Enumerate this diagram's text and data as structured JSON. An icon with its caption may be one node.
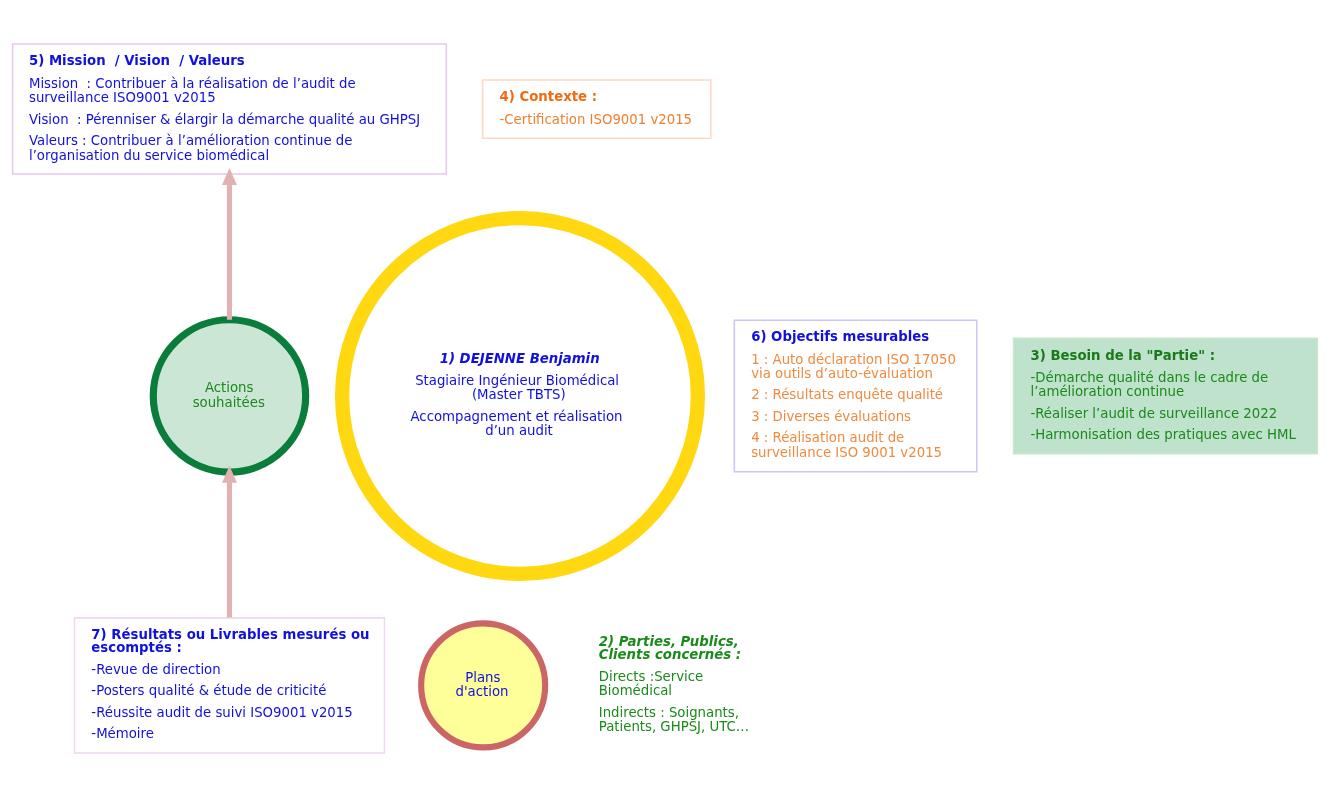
{
  "diagram": {
    "nodes": [
      {
        "text": [
          "5) Mission  / Vision  / Valeurs",
          "Mission  : Contribuer à la réalisation de l’audit de surveillance ISO9001 v2015",
          "Vision  : Pérenniser & élargir la démarche qualité au GHPSJ",
          "Valeurs : Contribuer à l’amélioration continue de l’organisation du service biomédical"
        ]
      },
      {
        "text": [
          "4) Contexte :",
          "-Certification ISO9001 v2015"
        ]
      },
      {
        "text": [
          "Actions souhaitées"
        ]
      },
      {
        "text": [
          "1) DEJENNE Benjamin",
          "Stagiaire Ingénieur Biomédical (Master TBTS)",
          "Accompagnement et réalisation d’un audit"
        ]
      },
      {
        "text": [
          "6) Objectifs mesurables",
          "1 : Auto déclaration ISO 17050 via outils d’auto-évaluation",
          "2 : Résultats enquête qualité",
          "3 : Diverses évaluations",
          "4 : Réalisation audit de surveillance ISO 9001 v2015"
        ]
      },
      {
        "text": [
          "3) Besoin de la \"Partie\" :",
          "-Démarche qualité dans le cadre de l’amélioration continue",
          "-Réaliser l’audit de surveillance 2022",
          "-Harmonisation des pratiques avec HML"
        ]
      },
      {
        "text": [
          "Plans d'action"
        ]
      },
      {
        "text": [
          "2) Parties, Publics, Clients concernés :",
          "Directs :Service Biomédical",
          "Indirects : Soignants, Patients, GHPSJ, UTC…"
        ]
      },
      {
        "text": [
          "7) Résultats ou Livrables mesurés ou escomptés :",
          "-Revue de direction",
          "-Posters qualité & étude de criticité",
          "-Réussite audit de suivi ISO9001 v2015",
          "-Mémoire"
        ]
      }
    ],
    "edges": [
      {
        "from": 2,
        "to": 0,
        "arrow": "to"
      },
      {
        "from": 8,
        "to": 2,
        "arrow": "to"
      }
    ]
  }
}
